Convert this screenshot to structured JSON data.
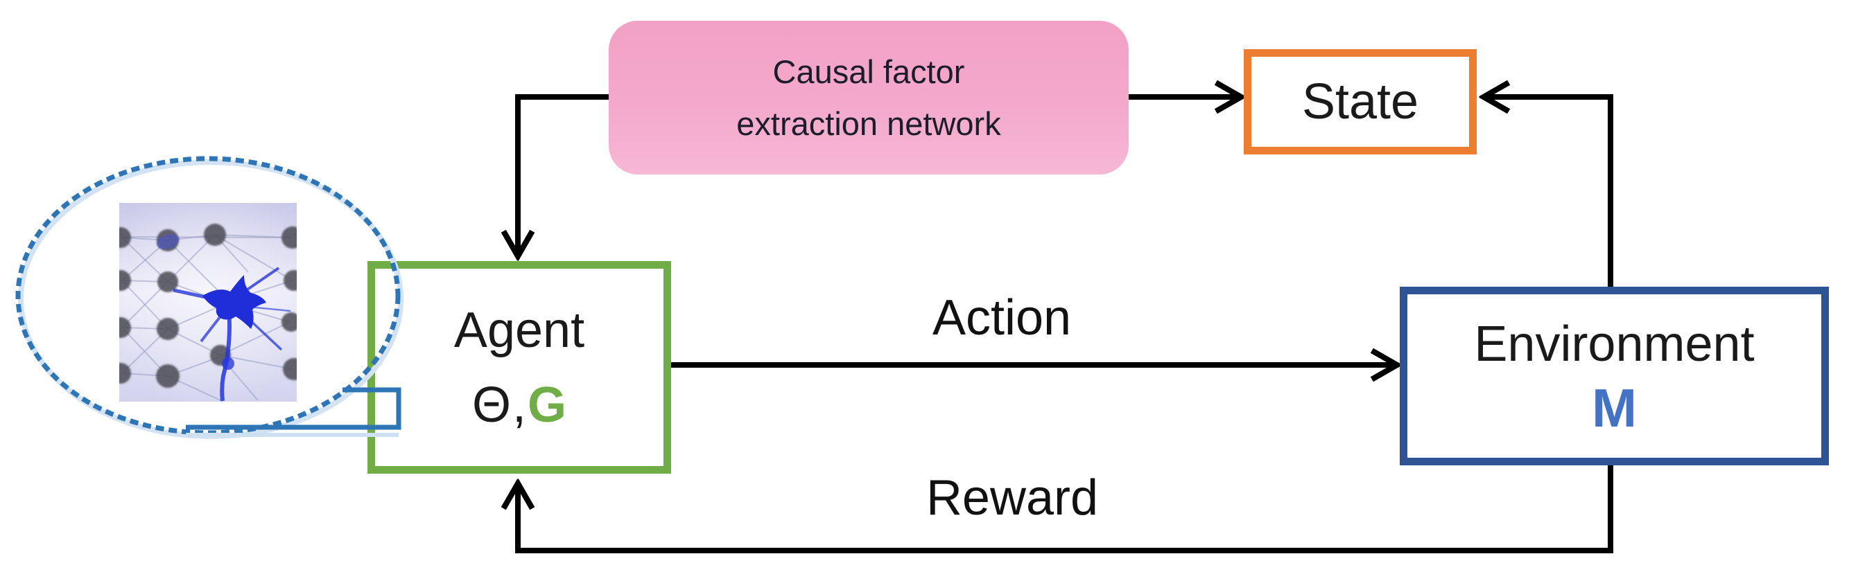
{
  "nodes": {
    "causal": {
      "line1": "Causal factor",
      "line2": "extraction network"
    },
    "state": {
      "label": "State"
    },
    "agent": {
      "name": "Agent",
      "theta": "Θ,",
      "graph": "G"
    },
    "environment": {
      "name": "Environment",
      "mdp": "M"
    }
  },
  "edges": {
    "action": "Action",
    "reward": "Reward"
  },
  "colors": {
    "causal_fill": "#F5A9CA",
    "state_border": "#ED7D31",
    "agent_border": "#70AD47",
    "agent_graph_green": "#70AD47",
    "environment_border": "#2F5496",
    "environment_m_blue": "#4472C4",
    "bubble_blue": "#2E75B6",
    "arrow_black": "#000000"
  }
}
